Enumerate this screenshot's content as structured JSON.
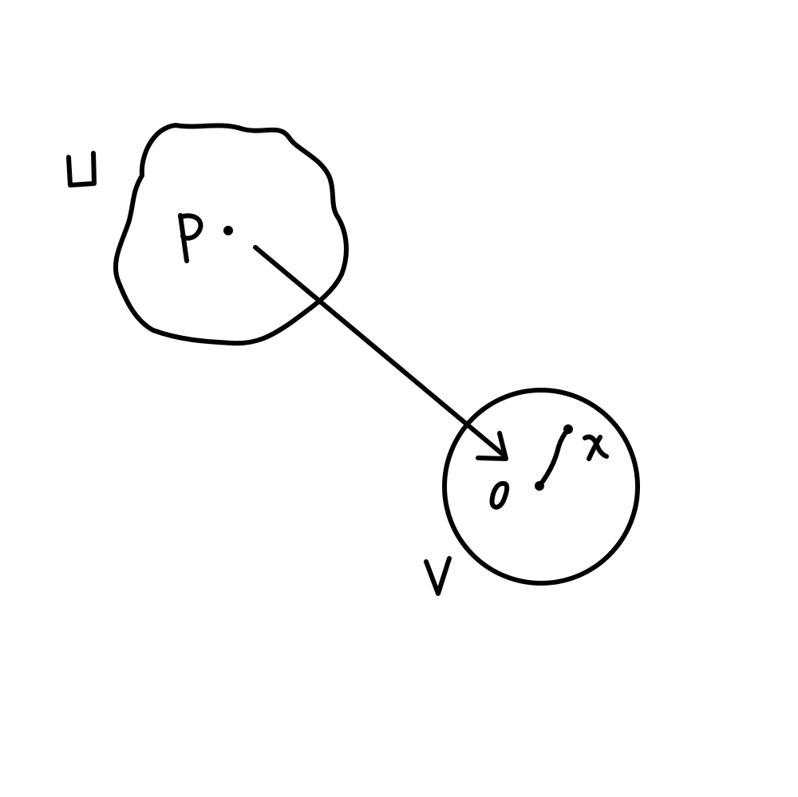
{
  "colors": {
    "ink": "#000000",
    "background": "#ffffff"
  },
  "labels": {
    "region_u": "U",
    "point_p": "p",
    "origin": "0",
    "point_x": "x",
    "ball_v": "V"
  }
}
